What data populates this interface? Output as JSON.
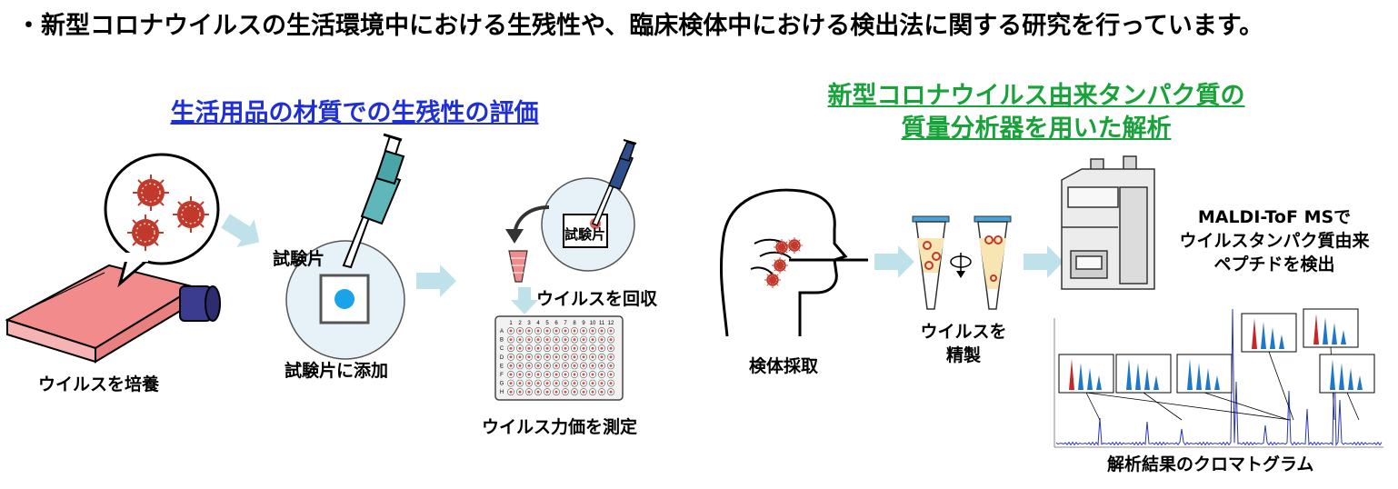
{
  "intro": "・新型コロナウイルスの生活環境中における生残性や、臨床検体中における検出法に関する研究を行っています。",
  "left_section": {
    "title": "生活用品の材質での生残性の評価",
    "steps": {
      "culture": "ウイルスを培養",
      "test_piece": "試験片",
      "add": "試験片に添加",
      "test_piece_small": "試験片",
      "recover": "ウイルスを回収",
      "measure": "ウイルス力価を測定"
    },
    "plate_cols": [
      "1",
      "2",
      "3",
      "4",
      "5",
      "6",
      "7",
      "8",
      "9",
      "10",
      "11",
      "12"
    ],
    "plate_rows": [
      "A",
      "B",
      "C",
      "D",
      "E",
      "F",
      "G",
      "H"
    ]
  },
  "right_section": {
    "title_line1": "新型コロナウイルス由来タンパク質の",
    "title_line2": "質量分析器を用いた解析",
    "steps": {
      "sampling": "検体採取",
      "purify_line1": "ウイルスを",
      "purify_line2": "精製",
      "ms_line1": "MALDI-ToF MSで",
      "ms_line2": "ウイルスタンパク質由来",
      "ms_line3": "ペプチドを検出",
      "result": "解析結果のクロマトグラム"
    }
  },
  "colors": {
    "title_blue": "#1f2fd8",
    "title_green": "#17a33a",
    "arrow": "#bfe2ea",
    "virus": "#c0392b",
    "flask_liquid": "#f28c8c",
    "peak_red": "#c62828",
    "peak_blue": "#1e78c8"
  }
}
